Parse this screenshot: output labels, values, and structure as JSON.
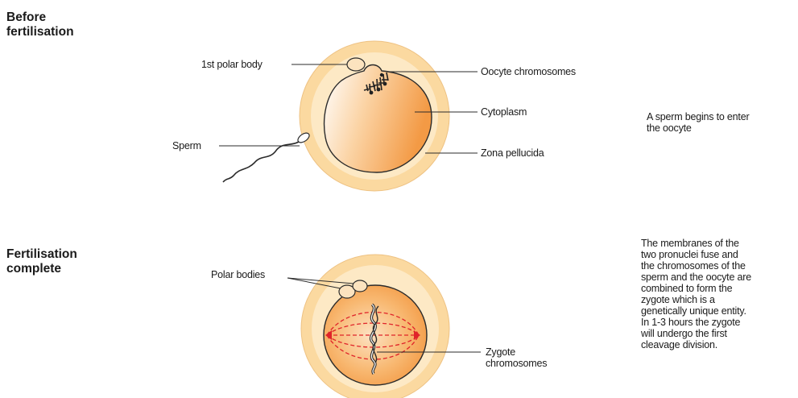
{
  "stages": [
    {
      "title": "Before\nfertilisation",
      "description": "A sperm begins to enter\nthe oocyte",
      "labels": {
        "first_polar_body": "1st polar body",
        "sperm": "Sperm",
        "oocyte_chromosomes": "Oocyte chromosomes",
        "cytoplasm": "Cytoplasm",
        "zona_pellucida": "Zona pellucida"
      }
    },
    {
      "title": "Fertilisation\ncomplete",
      "description": "The membranes of the\ntwo pronuclei fuse and\nthe chromosomes of the\nsperm and the oocyte are\ncombined to form the\nzygote which is a\ngenetically unique entity.\nIn 1-3 hours the zygote\nwill undergo the first\ncleavage division.",
      "labels": {
        "polar_bodies": "Polar bodies",
        "zygote_chromosomes": "Zygote\nchromosomes"
      }
    }
  ],
  "colors": {
    "zona_outer": "#fbd9a0",
    "zona_inner": "#fde9c5",
    "cytoplasm_light": "#ffffff",
    "cytoplasm_dark": "#f5a14e",
    "spindle": "#e0242a"
  }
}
